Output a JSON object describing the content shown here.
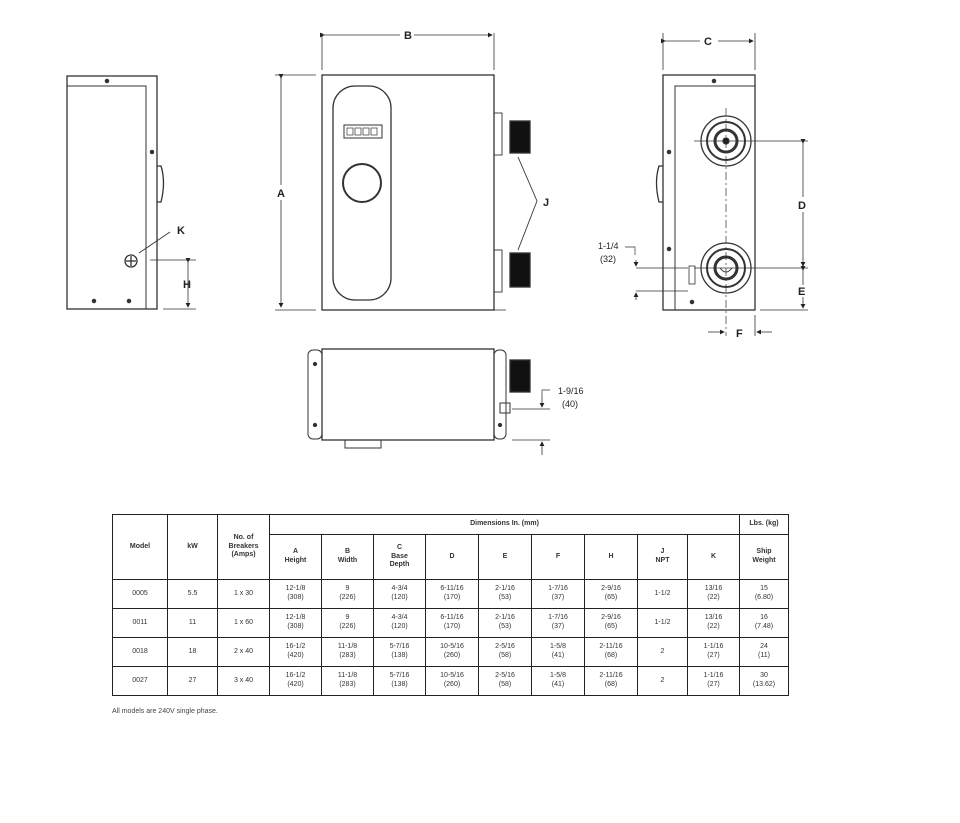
{
  "diagram": {
    "labels": {
      "a": "A",
      "b": "B",
      "c": "C",
      "d": "D",
      "e": "E",
      "f": "F",
      "h": "H",
      "j": "J",
      "k": "K",
      "offset_side": "1-1/4",
      "offset_side_mm": "(32)",
      "offset_bottom": "1-9/16",
      "offset_bottom_mm": "(40)"
    }
  },
  "table": {
    "group_headers": {
      "dimensions": "Dimensions In. (mm)",
      "weight": "Lbs. (kg)"
    },
    "headers": {
      "model": "Model",
      "kw": "kW",
      "breakers_1": "No. of",
      "breakers_2": "Breakers",
      "breakers_3": "(Amps)",
      "a_1": "A",
      "a_2": "Height",
      "b_1": "B",
      "b_2": "Width",
      "c_1": "C",
      "c_2": "Base",
      "c_3": "Depth",
      "d": "D",
      "e": "E",
      "f": "F",
      "h": "H",
      "j_1": "J",
      "j_2": "NPT",
      "k": "K",
      "w_1": "Ship",
      "w_2": "Weight"
    },
    "rows": [
      {
        "model": "0005",
        "kw": "5.5",
        "breakers": "1 x 30",
        "a": "12-1/8",
        "a_mm": "(308)",
        "b": "9",
        "b_mm": "(226)",
        "c": "4-3/4",
        "c_mm": "(120)",
        "d": "6-11/16",
        "d_mm": "(170)",
        "e": "2-1/16",
        "e_mm": "(53)",
        "f": "1-7/16",
        "f_mm": "(37)",
        "h": "2-9/16",
        "h_mm": "(65)",
        "j": "1-1/2",
        "k": "13/16",
        "k_mm": "(22)",
        "w": "15",
        "w_mm": "(6.80)"
      },
      {
        "model": "0011",
        "kw": "11",
        "breakers": "1 x 60",
        "a": "12-1/8",
        "a_mm": "(308)",
        "b": "9",
        "b_mm": "(226)",
        "c": "4-3/4",
        "c_mm": "(120)",
        "d": "6-11/16",
        "d_mm": "(170)",
        "e": "2-1/16",
        "e_mm": "(53)",
        "f": "1-7/16",
        "f_mm": "(37)",
        "h": "2-9/16",
        "h_mm": "(65)",
        "j": "1-1/2",
        "k": "13/16",
        "k_mm": "(22)",
        "w": "16",
        "w_mm": "(7.48)"
      },
      {
        "model": "0018",
        "kw": "18",
        "breakers": "2 x 40",
        "a": "16-1/2",
        "a_mm": "(420)",
        "b": "11-1/8",
        "b_mm": "(283)",
        "c": "5-7/16",
        "c_mm": "(138)",
        "d": "10-5/16",
        "d_mm": "(260)",
        "e": "2-5/16",
        "e_mm": "(58)",
        "f": "1-5/8",
        "f_mm": "(41)",
        "h": "2-11/16",
        "h_mm": "(68)",
        "j": "2",
        "k": "1-1/16",
        "k_mm": "(27)",
        "w": "24",
        "w_mm": "(11)"
      },
      {
        "model": "0027",
        "kw": "27",
        "breakers": "3 x 40",
        "a": "16-1/2",
        "a_mm": "(420)",
        "b": "11-1/8",
        "b_mm": "(283)",
        "c": "5-7/16",
        "c_mm": "(138)",
        "d": "10-5/16",
        "d_mm": "(260)",
        "e": "2-5/16",
        "e_mm": "(58)",
        "f": "1-5/8",
        "f_mm": "(41)",
        "h": "2-11/16",
        "h_mm": "(68)",
        "j": "2",
        "k": "1-1/16",
        "k_mm": "(27)",
        "w": "30",
        "w_mm": "(13.62)"
      }
    ],
    "footnote": "All models are 240V single phase."
  }
}
